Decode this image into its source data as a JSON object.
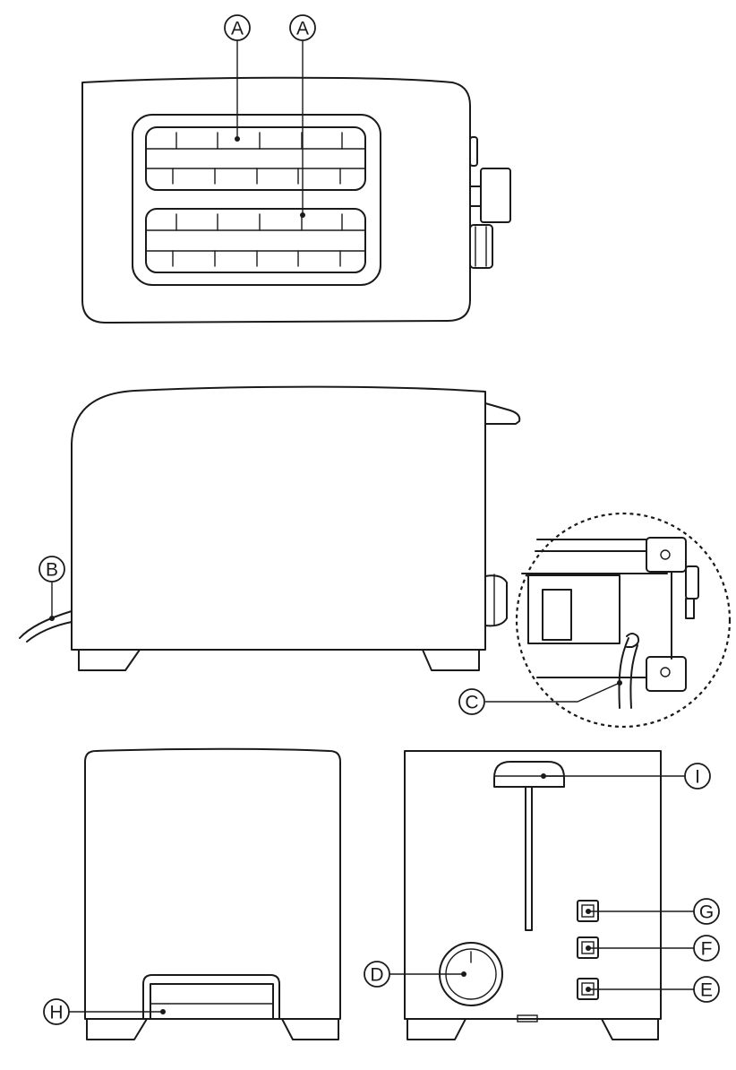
{
  "callouts": {
    "a_left": "A",
    "a_right": "A",
    "b": "B",
    "c": "C",
    "d": "D",
    "e": "E",
    "f": "F",
    "g": "G",
    "h": "H",
    "i": "I"
  },
  "colors": {
    "line": "#1a1a1a",
    "background": "#ffffff"
  }
}
